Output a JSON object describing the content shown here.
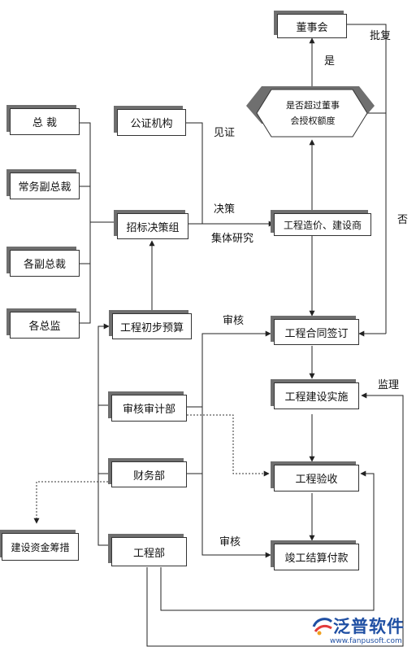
{
  "nodes": {
    "board": "董事会",
    "decision": [
      "是否超过董事",
      "会授权额度"
    ],
    "president": "总    裁",
    "exec_vp": "常务副总裁",
    "vps": "各副总裁",
    "directors": "各总监",
    "notary": "公证机构",
    "bid_group": "招标决策组",
    "cost_builder": "工程造价、建设商",
    "prelim_budget": "工程初步预算",
    "contract": "工程合同签订",
    "construction": "工程建设实施",
    "audit_dept": "审核审计部",
    "acceptance": "工程验收",
    "finance": "财务部",
    "fund_raising": "建设资金筹措",
    "engineering": "工程部",
    "settlement": "竣工结算付款"
  },
  "labels": {
    "approve": "批复",
    "yes": "是",
    "no": "否",
    "witness": "见证",
    "decide": "决策",
    "collective": "集体研究",
    "review1": "审核",
    "supervise": "监理",
    "review2": "审核"
  },
  "logo": {
    "text": "泛普软件",
    "url": "www.fanpusoft.com"
  },
  "colors": {
    "line": "#222222",
    "shadow": "#6f6f6f",
    "brand": "#1f4fa3"
  }
}
